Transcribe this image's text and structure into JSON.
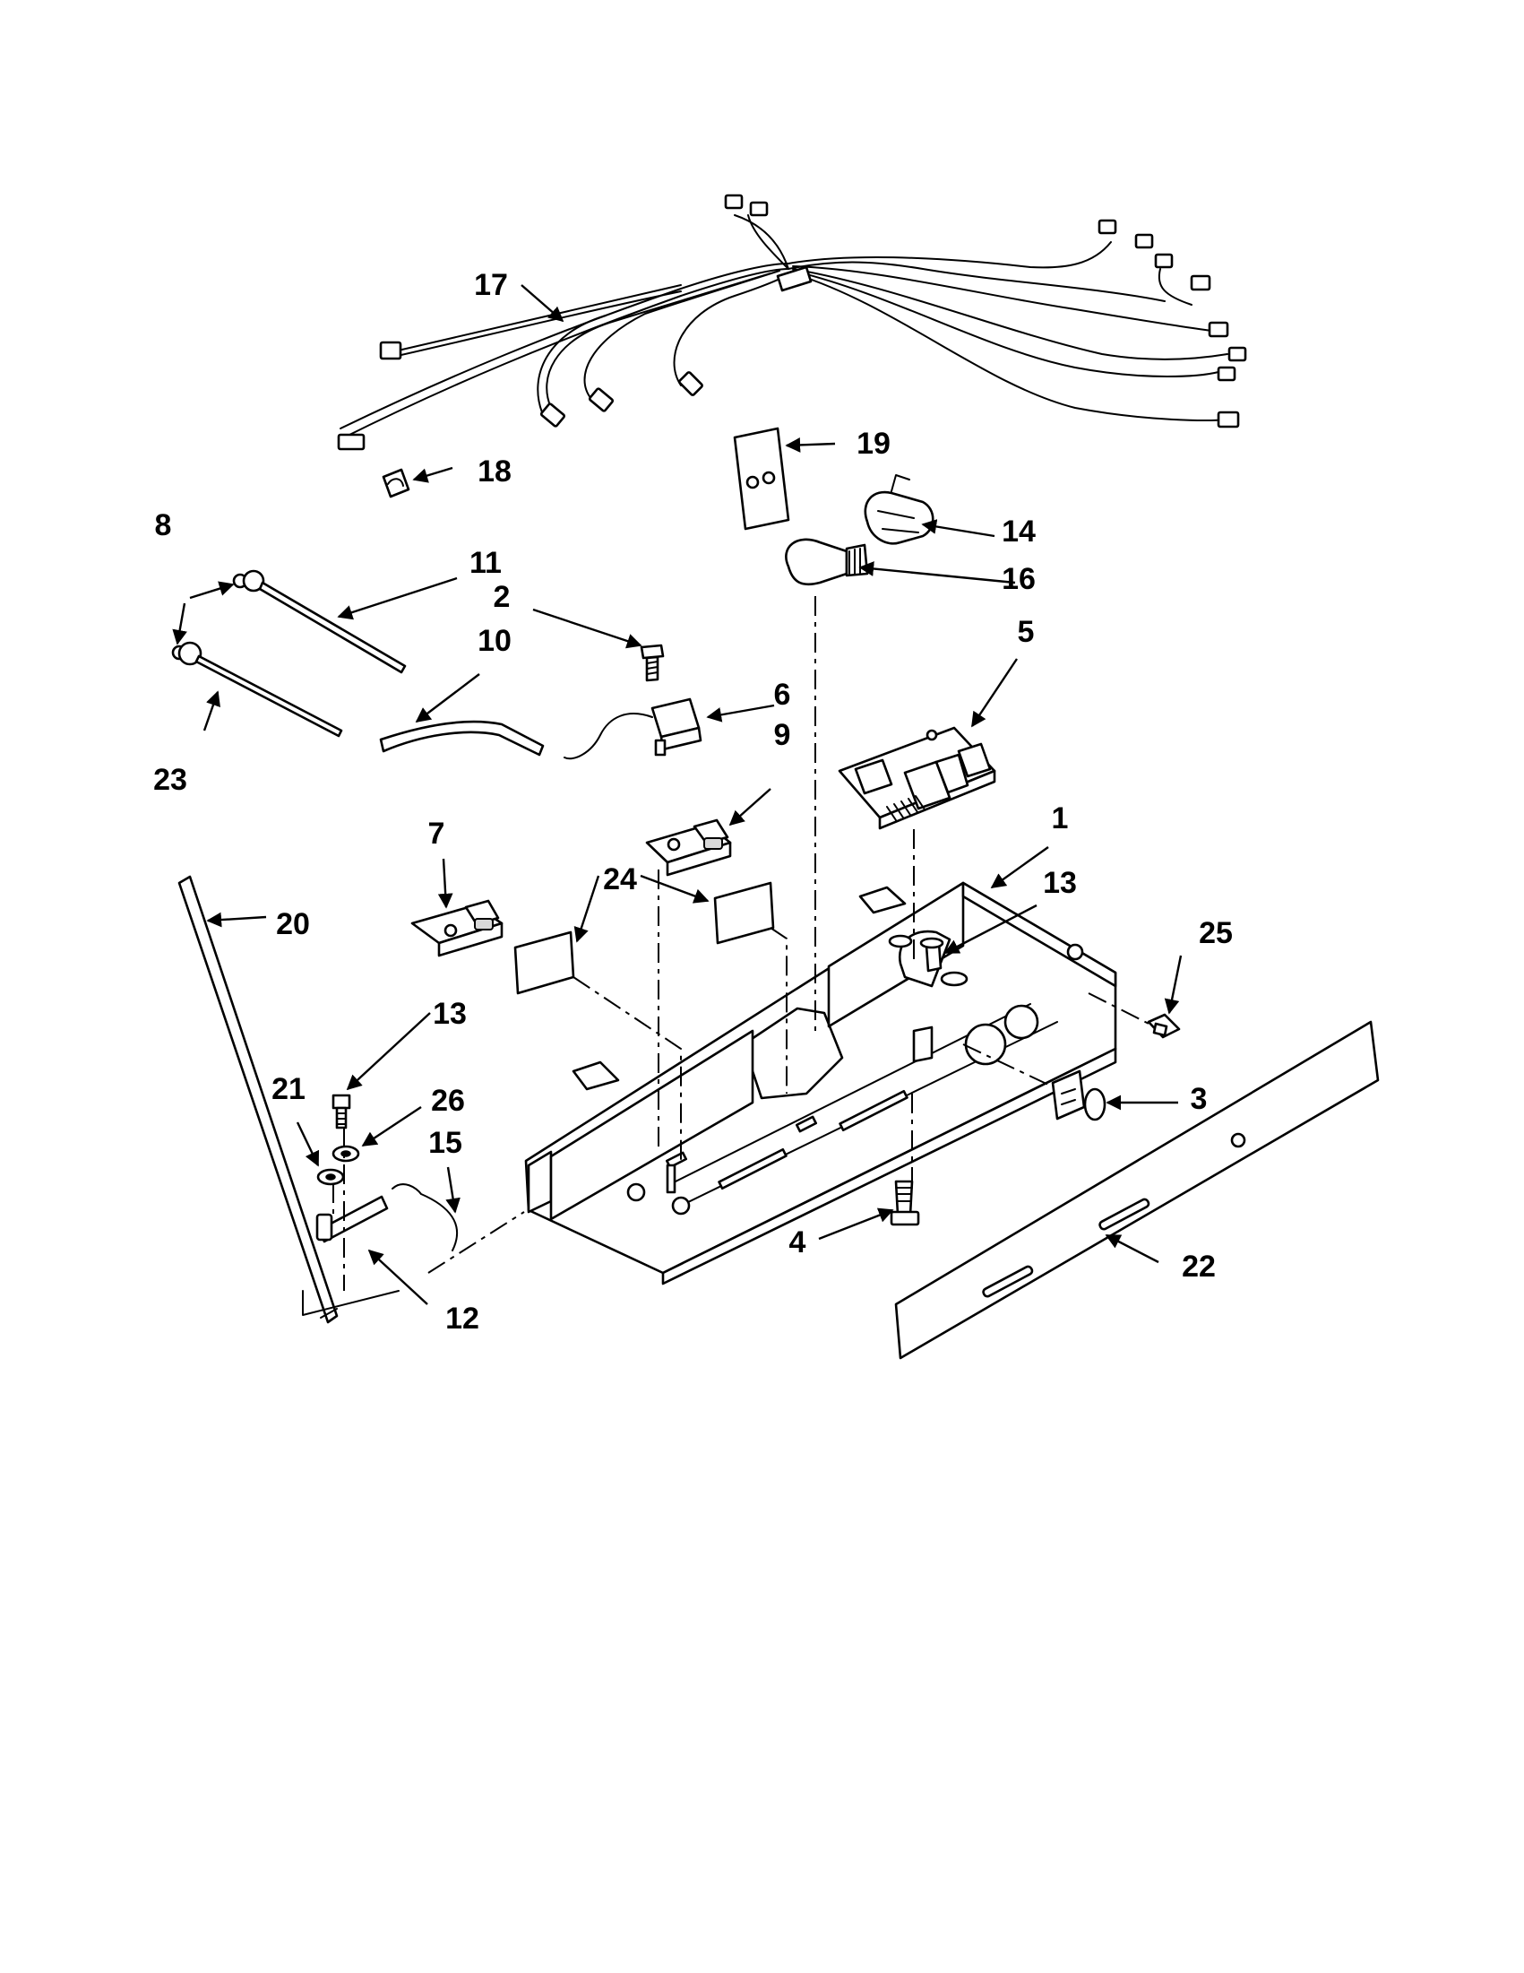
{
  "diagram": {
    "callouts": [
      "1",
      "2",
      "3",
      "4",
      "5",
      "6",
      "7",
      "8",
      "9",
      "10",
      "11",
      "12",
      "13",
      "13",
      "14",
      "15",
      "16",
      "17",
      "18",
      "19",
      "20",
      "21",
      "22",
      "23",
      "24",
      "25",
      "26"
    ]
  },
  "colors": {
    "line": "#000000",
    "background": "#ffffff",
    "shade": "#d9d9d9"
  }
}
